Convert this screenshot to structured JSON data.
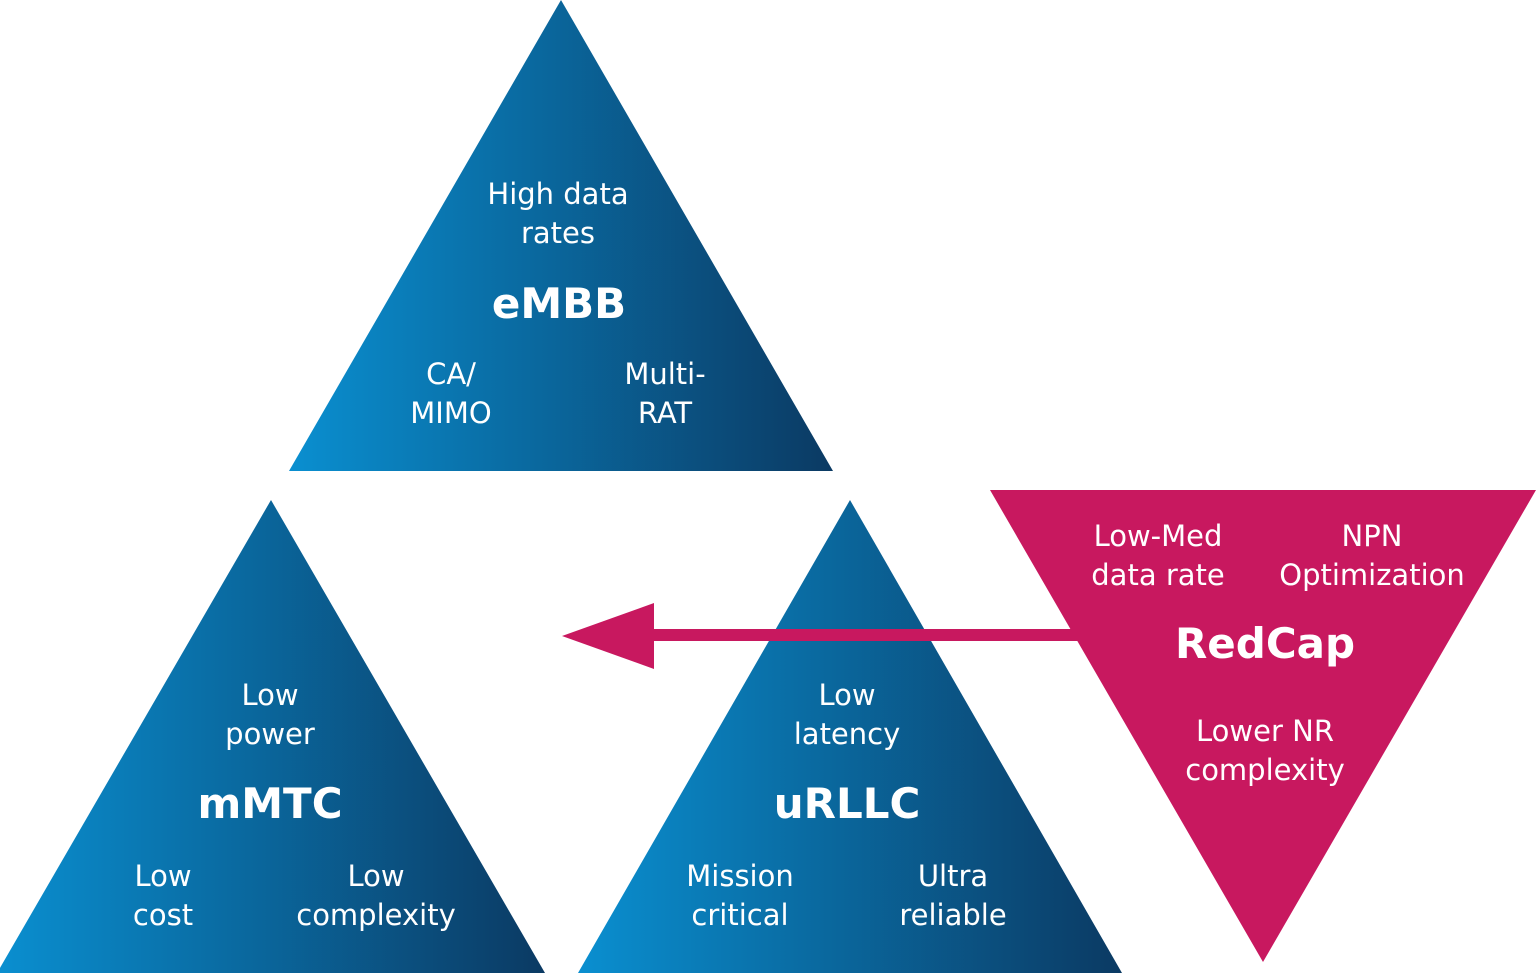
{
  "colors": {
    "blue_light": "#0a8fd0",
    "blue_dark": "#0b3a63",
    "magenta": "#c8185f",
    "text": "#ffffff"
  },
  "embb": {
    "title": "eMBB",
    "top": "High data\nrates",
    "left": "CA/\nMIMO",
    "right": "Multi-\nRAT"
  },
  "mmtc": {
    "title": "mMTC",
    "top": "Low\npower",
    "left": "Low\ncost",
    "right": "Low\ncomplexity"
  },
  "urllc": {
    "title": "uRLLC",
    "top": "Low\nlatency",
    "left": "Mission\ncritical",
    "right": "Ultra\nreliable"
  },
  "redcap": {
    "title": "RedCap",
    "top_left": "Low-Med\ndata rate",
    "top_right": "NPN\nOptimization",
    "bottom": "Lower NR\ncomplexity"
  }
}
